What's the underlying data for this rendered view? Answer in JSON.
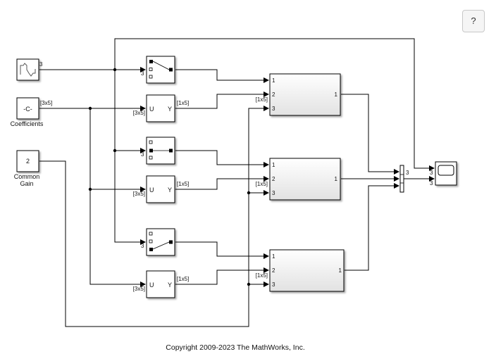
{
  "help_button": {
    "label": "?"
  },
  "copyright": "Copyright 2009-2023 The MathWorks, Inc.",
  "blocks": {
    "source": {
      "type": "signal-generator",
      "output_dim": "3"
    },
    "coefficients": {
      "value": "-C-",
      "label": "Coefficients",
      "output_dim": "[3x5]"
    },
    "common_gain": {
      "value": "2",
      "label_line1": "Common",
      "label_line2": "Gain"
    },
    "switches": [
      {
        "input_dim": "3",
        "selected_port": 1
      },
      {
        "input_dim": "3",
        "selected_port": 2
      },
      {
        "input_dim": "3",
        "selected_port": 3
      }
    ],
    "selectors": [
      {
        "in_label": "U",
        "out_label": "Y",
        "input_dim": "[3x5]",
        "output_dim": "[1x5]"
      },
      {
        "in_label": "U",
        "out_label": "Y",
        "input_dim": "[3x5]",
        "output_dim": "[1x5]"
      },
      {
        "in_label": "U",
        "out_label": "Y",
        "input_dim": "[3x5]",
        "output_dim": "[1x5]"
      }
    ],
    "subsystems": [
      {
        "in_ports": [
          "1",
          "2",
          "3"
        ],
        "out_port": "1",
        "port2_dim": "[1x5]"
      },
      {
        "in_ports": [
          "1",
          "2",
          "3"
        ],
        "out_port": "1",
        "port2_dim": "[1x5]"
      },
      {
        "in_ports": [
          "1",
          "2",
          "3"
        ],
        "out_port": "1",
        "port2_dim": "[1x5]"
      }
    ],
    "mux": {
      "output_dim": "3"
    },
    "scope": {
      "input_dims": [
        "3",
        "3"
      ]
    }
  }
}
